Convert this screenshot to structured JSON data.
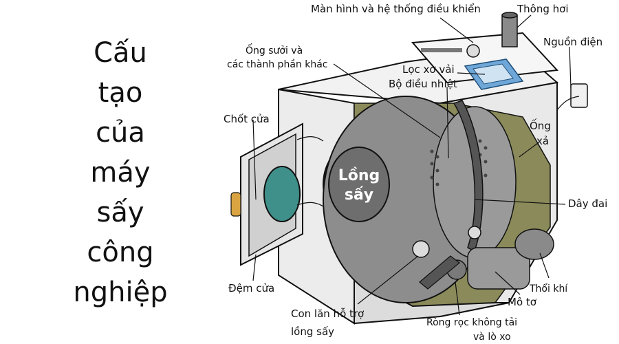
{
  "title_words": [
    "Cấu",
    "tạo",
    "của",
    "máy",
    "sấy",
    "công",
    "nghiệp"
  ],
  "drum_label": [
    "Lồng",
    "sấy"
  ],
  "labels": {
    "control": "Màn hình và hệ thống điều khiển",
    "vent": "Thông hơi",
    "power": "Nguồn điện",
    "heater_1": "Ống sưởi và",
    "heater_2": "các thành phần khác",
    "lint": "Lọc xơ vải",
    "thermostat": "Bộ điều nhiệt",
    "door_latch": "Chốt cửa",
    "exhaust_1": "Ống",
    "exhaust_2": "xả",
    "belt": "Dây đai",
    "door_seal": "Đệm cửa",
    "blower": "Thổi khí",
    "motor": "Mô tơ",
    "roller_1": "Con lăn hỗ trợ",
    "roller_2": "lồng sấy",
    "idler_1": "Ròng rọc không tải",
    "idler_2": "và lò xo"
  },
  "colors": {
    "cabinet": "#efefef",
    "drum": "#8d8d8d",
    "drum_dark": "#6e6e6e",
    "interior": "#8a8a5a",
    "window": "#3f8f8a",
    "lint_filter": "#6fa8d8",
    "hinge": "#d9a441"
  }
}
